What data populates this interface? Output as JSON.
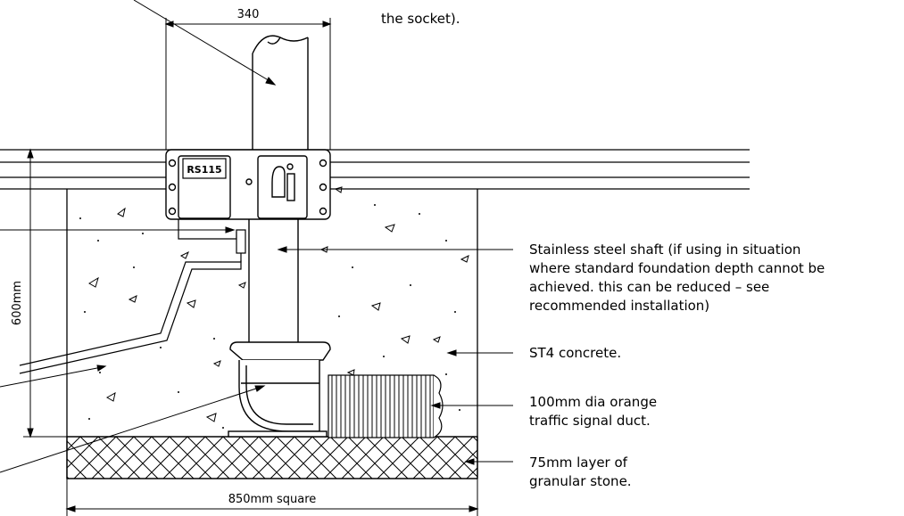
{
  "dimensions": {
    "top_width": "340",
    "depth": "600mm",
    "base_width": "850mm square"
  },
  "labels": {
    "socket_plate": "RS115"
  },
  "annotations": {
    "socket_note_tail": "the socket).",
    "shaft": [
      "Stainless steel shaft (if using in situation",
      "where standard foundation depth cannot be",
      "achieved. this can be reduced – see",
      "recommended installation)"
    ],
    "concrete": "ST4 concrete.",
    "duct": [
      "100mm dia orange",
      "traffic signal duct."
    ],
    "stone": [
      "75mm layer of",
      "granular stone."
    ]
  }
}
